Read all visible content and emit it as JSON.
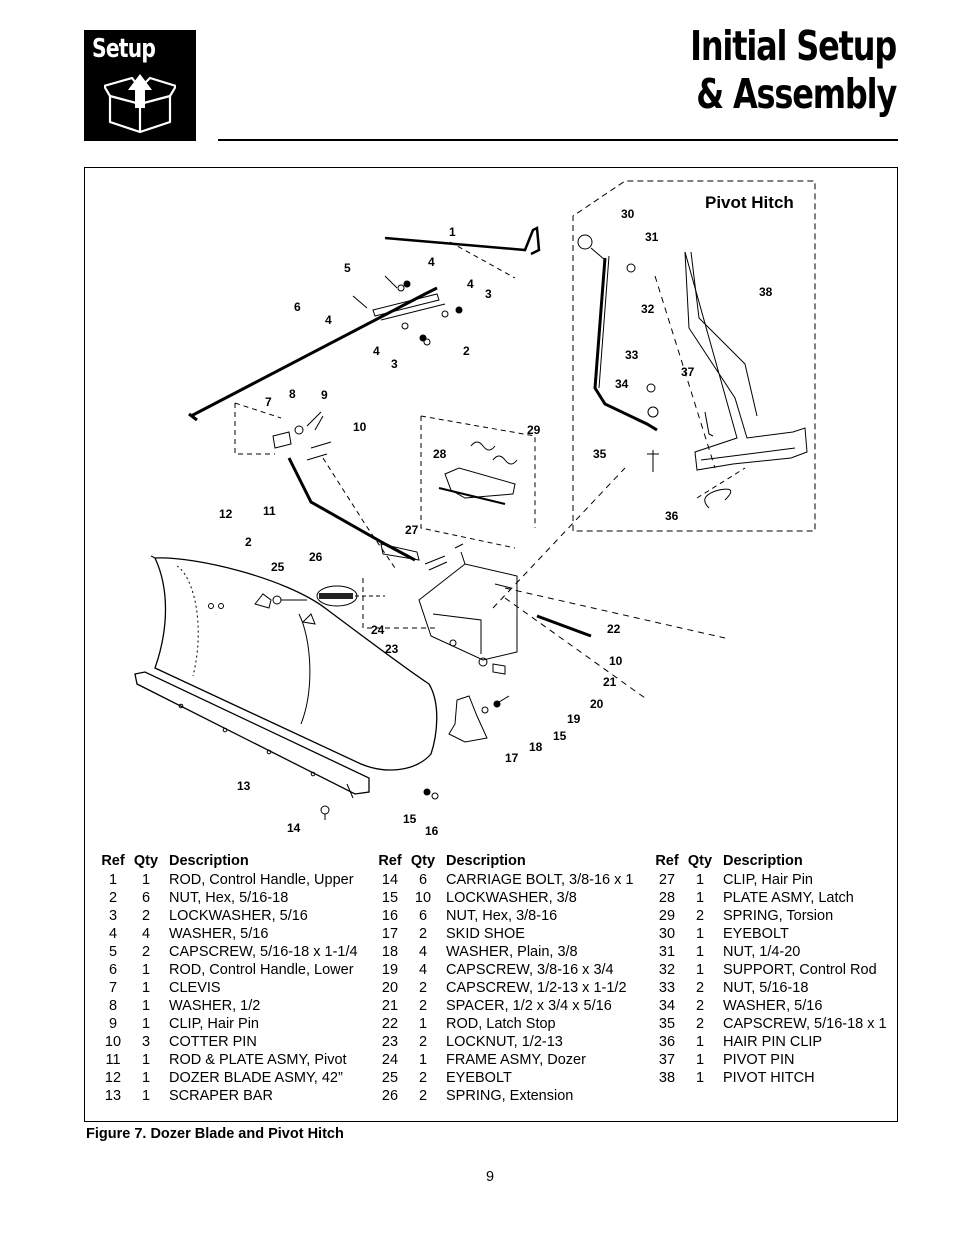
{
  "header": {
    "section_label": "Setup",
    "title_line1": "Initial Setup",
    "title_line2": "& Assembly"
  },
  "figure": {
    "inset_title": "Pivot Hitch",
    "callouts": [
      "1",
      "2",
      "3",
      "4",
      "5",
      "6",
      "7",
      "8",
      "9",
      "10",
      "11",
      "12",
      "13",
      "14",
      "15",
      "16",
      "17",
      "18",
      "19",
      "20",
      "21",
      "22",
      "23",
      "24",
      "25",
      "26",
      "27",
      "28",
      "29",
      "30",
      "31",
      "32",
      "33",
      "34",
      "35",
      "36",
      "37",
      "38"
    ],
    "caption": "Figure 7. Dozer Blade and Pivot Hitch"
  },
  "parts_list": {
    "headers": {
      "ref": "Ref",
      "qty": "Qty",
      "description": "Description"
    },
    "columns": [
      [
        {
          "ref": "1",
          "qty": "1",
          "description": "ROD, Control Handle, Upper"
        },
        {
          "ref": "2",
          "qty": "6",
          "description": "NUT, Hex, 5/16-18"
        },
        {
          "ref": "3",
          "qty": "2",
          "description": "LOCKWASHER, 5/16"
        },
        {
          "ref": "4",
          "qty": "4",
          "description": "WASHER, 5/16"
        },
        {
          "ref": "5",
          "qty": "2",
          "description": "CAPSCREW, 5/16-18 x 1-1/4"
        },
        {
          "ref": "6",
          "qty": "1",
          "description": "ROD, Control Handle, Lower"
        },
        {
          "ref": "7",
          "qty": "1",
          "description": "CLEVIS"
        },
        {
          "ref": "8",
          "qty": "1",
          "description": "WASHER, 1/2"
        },
        {
          "ref": "9",
          "qty": "1",
          "description": "CLIP, Hair Pin"
        },
        {
          "ref": "10",
          "qty": "3",
          "description": "COTTER PIN"
        },
        {
          "ref": "11",
          "qty": "1",
          "description": "ROD & PLATE ASMY, Pivot"
        },
        {
          "ref": "12",
          "qty": "1",
          "description": "DOZER BLADE ASMY, 42”"
        },
        {
          "ref": "13",
          "qty": "1",
          "description": "SCRAPER BAR"
        }
      ],
      [
        {
          "ref": "14",
          "qty": "6",
          "description": "CARRIAGE BOLT, 3/8-16 x 1"
        },
        {
          "ref": "15",
          "qty": "10",
          "description": "LOCKWASHER, 3/8"
        },
        {
          "ref": "16",
          "qty": "6",
          "description": "NUT, Hex, 3/8-16"
        },
        {
          "ref": "17",
          "qty": "2",
          "description": "SKID SHOE"
        },
        {
          "ref": "18",
          "qty": "4",
          "description": "WASHER, Plain, 3/8"
        },
        {
          "ref": "19",
          "qty": "4",
          "description": "CAPSCREW, 3/8-16 x 3/4"
        },
        {
          "ref": "20",
          "qty": "2",
          "description": "CAPSCREW, 1/2-13 x 1-1/2"
        },
        {
          "ref": "21",
          "qty": "2",
          "description": "SPACER, 1/2 x 3/4 x 5/16"
        },
        {
          "ref": "22",
          "qty": "1",
          "description": "ROD, Latch Stop"
        },
        {
          "ref": "23",
          "qty": "2",
          "description": "LOCKNUT, 1/2-13"
        },
        {
          "ref": "24",
          "qty": "1",
          "description": "FRAME ASMY, Dozer"
        },
        {
          "ref": "25",
          "qty": "2",
          "description": "EYEBOLT"
        },
        {
          "ref": "26",
          "qty": "2",
          "description": "SPRING, Extension"
        }
      ],
      [
        {
          "ref": "27",
          "qty": "1",
          "description": "CLIP, Hair Pin"
        },
        {
          "ref": "28",
          "qty": "1",
          "description": "PLATE ASMY, Latch"
        },
        {
          "ref": "29",
          "qty": "2",
          "description": "SPRING, Torsion"
        },
        {
          "ref": "30",
          "qty": "1",
          "description": "EYEBOLT"
        },
        {
          "ref": "31",
          "qty": "1",
          "description": "NUT, 1/4-20"
        },
        {
          "ref": "32",
          "qty": "1",
          "description": "SUPPORT, Control Rod"
        },
        {
          "ref": "33",
          "qty": "2",
          "description": "NUT, 5/16-18"
        },
        {
          "ref": "34",
          "qty": "2",
          "description": "WASHER, 5/16"
        },
        {
          "ref": "35",
          "qty": "2",
          "description": "CAPSCREW, 5/16-18 x 1"
        },
        {
          "ref": "36",
          "qty": "1",
          "description": "HAIR PIN CLIP"
        },
        {
          "ref": "37",
          "qty": "1",
          "description": "PIVOT PIN"
        },
        {
          "ref": "38",
          "qty": "1",
          "description": "PIVOT HITCH"
        }
      ]
    ]
  },
  "footer": {
    "page_number": "9"
  }
}
